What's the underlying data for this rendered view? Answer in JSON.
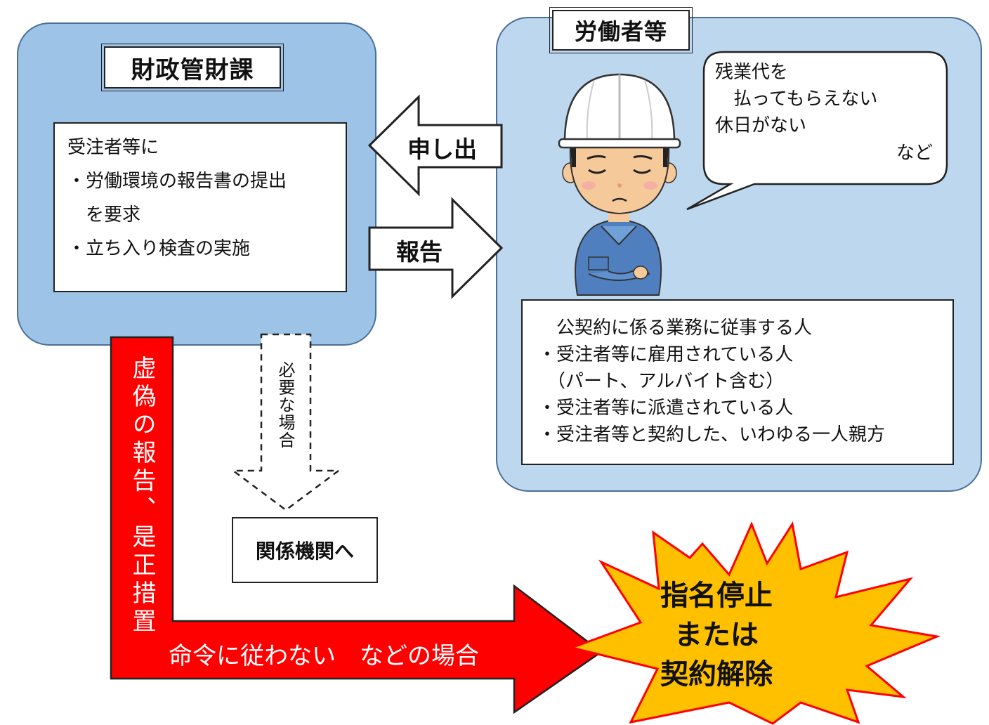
{
  "left_panel": {
    "title": "財政管財課",
    "lines": [
      "受注者等に",
      "・労働環境の報告書の提出",
      "　を要求",
      "・立ち入り検査の実施"
    ]
  },
  "right_panel": {
    "title": "労働者等",
    "speech": [
      "残業代を",
      "　払ってもらえない",
      "休日がない",
      "など"
    ],
    "worker_lines": [
      "　公契約に係る業務に従事する人",
      "・受注者等に雇用されている人",
      "　（パート、アルバイト含む）",
      "・受注者等に派遣されている人",
      "・受注者等と契約した、いわゆる一人親方"
    ]
  },
  "arrows": {
    "report_request": "申し出",
    "report": "報告",
    "if_needed": "必要な場合",
    "related_agencies": "関係機関へ",
    "false_report_vertical": "虚偽の報告、是正措置",
    "false_report_horizontal": "命令に従わない　などの場合"
  },
  "burst": {
    "lines": [
      "指名停止",
      "または",
      "契約解除"
    ]
  },
  "colors": {
    "panel_left": "#9dc3e6",
    "panel_right": "#bdd7ee",
    "panel_border": "#4a6f9a",
    "penalty_arrow": "#ff0000",
    "burst_fill": "#ffc000",
    "burst_stroke": "#ff0000"
  },
  "icons": [
    "worker-with-helmet-icon"
  ]
}
